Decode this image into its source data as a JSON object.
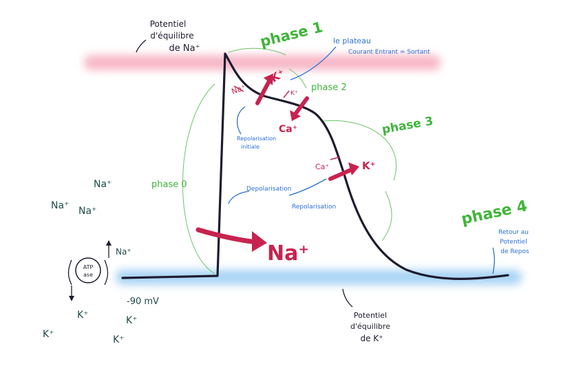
{
  "labels": {
    "na_eq_line1": "Potentiel",
    "na_eq_line2": "d'équilibre",
    "na_eq_line3": "de Na⁺",
    "phase1": "phase 1",
    "plateau_line1": "le plateau",
    "plateau_line2": "Courant Entrant ≃ Sortant",
    "phase2": "phase 2",
    "phase3": "phase 3",
    "phase0": "phase 0",
    "phase4": "phase 4",
    "repol_init_line1": "Repolarisation",
    "repol_init_line2": "initiale",
    "depolarisation": "Depolarisation",
    "repolarisation": "Repolarisation",
    "retour_line1": "Retour au",
    "retour_line2": "Potentiel",
    "retour_line3": "de Repos",
    "k_eq_line1": "Potentiel",
    "k_eq_line2": "d'équilibre",
    "k_eq_line3": "de K⁺",
    "rest_potential": "-90 mV",
    "atpase_line1": "ATP",
    "atpase_line2": "ase"
  },
  "ions": {
    "na_big": "Na⁺",
    "na_small": "Na⁺",
    "k_phase1": "K⁺",
    "k_phase2": "K⁺",
    "ca_phase2": "Ca⁺",
    "ca_phase3": "Ca⁺",
    "k_phase3": "K⁺",
    "pump_na": "Na⁺",
    "pump_k": "K⁺",
    "bg_na_1": "Na⁺",
    "bg_na_2": "Na⁺",
    "bg_na_3": "Na⁺",
    "bg_k_1": "K⁺",
    "bg_k_2": "K⁺",
    "bg_k_3": "K⁺"
  },
  "colors": {
    "phase_green": "#3fb43a",
    "ion_red": "#c8234f",
    "annotation_blue": "#2a6fd6",
    "curve": "#1d1b2e",
    "teal_text": "#1f4a4a",
    "na_band": "#f7b7c6",
    "k_band": "#a9d4f5"
  }
}
